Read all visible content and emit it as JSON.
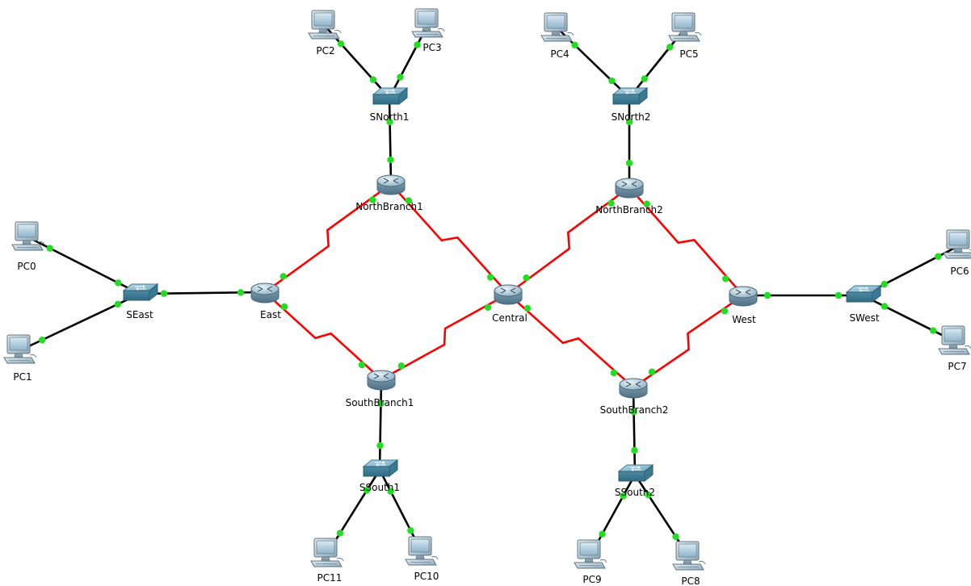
{
  "colors": {
    "ethernet": "#000000",
    "serial": "#ff0000",
    "port_up": "#22dd22"
  },
  "icons": {
    "pc": "pc-icon",
    "switch": "switch-icon",
    "router": "router-icon"
  },
  "devices": {
    "PC0": {
      "type": "pc",
      "label": "PC0"
    },
    "PC1": {
      "type": "pc",
      "label": "PC1"
    },
    "PC2": {
      "type": "pc",
      "label": "PC2"
    },
    "PC3": {
      "type": "pc",
      "label": "PC3"
    },
    "PC4": {
      "type": "pc",
      "label": "PC4"
    },
    "PC5": {
      "type": "pc",
      "label": "PC5"
    },
    "PC6": {
      "type": "pc",
      "label": "PC6"
    },
    "PC7": {
      "type": "pc",
      "label": "PC7"
    },
    "PC8": {
      "type": "pc",
      "label": "PC8"
    },
    "PC9": {
      "type": "pc",
      "label": "PC9"
    },
    "PC10": {
      "type": "pc",
      "label": "PC10"
    },
    "PC11": {
      "type": "pc",
      "label": "PC11"
    },
    "SEast": {
      "type": "switch",
      "label": "SEast"
    },
    "SWest": {
      "type": "switch",
      "label": "SWest"
    },
    "SNorth1": {
      "type": "switch",
      "label": "SNorth1"
    },
    "SNorth2": {
      "type": "switch",
      "label": "SNorth2"
    },
    "SSouth1": {
      "type": "switch",
      "label": "SSouth1"
    },
    "SSouth2": {
      "type": "switch",
      "label": "SSouth2"
    },
    "East": {
      "type": "router",
      "label": "East"
    },
    "West": {
      "type": "router",
      "label": "West"
    },
    "Central": {
      "type": "router",
      "label": "Central"
    },
    "NorthBranch1": {
      "type": "router",
      "label": "NorthBranch1"
    },
    "NorthBranch2": {
      "type": "router",
      "label": "NorthBranch2"
    },
    "SouthBranch1": {
      "type": "router",
      "label": "SouthBranch1"
    },
    "SouthBranch2": {
      "type": "router",
      "label": "SouthBranch2"
    }
  },
  "links": [
    {
      "a": "PC0",
      "b": "SEast",
      "kind": "ethernet"
    },
    {
      "a": "PC1",
      "b": "SEast",
      "kind": "ethernet"
    },
    {
      "a": "SEast",
      "b": "East",
      "kind": "ethernet"
    },
    {
      "a": "PC2",
      "b": "SNorth1",
      "kind": "ethernet"
    },
    {
      "a": "PC3",
      "b": "SNorth1",
      "kind": "ethernet"
    },
    {
      "a": "SNorth1",
      "b": "NorthBranch1",
      "kind": "ethernet"
    },
    {
      "a": "PC4",
      "b": "SNorth2",
      "kind": "ethernet"
    },
    {
      "a": "PC5",
      "b": "SNorth2",
      "kind": "ethernet"
    },
    {
      "a": "SNorth2",
      "b": "NorthBranch2",
      "kind": "ethernet"
    },
    {
      "a": "PC6",
      "b": "SWest",
      "kind": "ethernet"
    },
    {
      "a": "PC7",
      "b": "SWest",
      "kind": "ethernet"
    },
    {
      "a": "SWest",
      "b": "West",
      "kind": "ethernet"
    },
    {
      "a": "SSouth1",
      "b": "SouthBranch1",
      "kind": "ethernet"
    },
    {
      "a": "PC11",
      "b": "SSouth1",
      "kind": "ethernet"
    },
    {
      "a": "PC10",
      "b": "SSouth1",
      "kind": "ethernet"
    },
    {
      "a": "SSouth2",
      "b": "SouthBranch2",
      "kind": "ethernet"
    },
    {
      "a": "PC9",
      "b": "SSouth2",
      "kind": "ethernet"
    },
    {
      "a": "PC8",
      "b": "SSouth2",
      "kind": "ethernet"
    },
    {
      "a": "East",
      "b": "NorthBranch1",
      "kind": "serial"
    },
    {
      "a": "East",
      "b": "SouthBranch1",
      "kind": "serial"
    },
    {
      "a": "NorthBranch1",
      "b": "Central",
      "kind": "serial"
    },
    {
      "a": "SouthBranch1",
      "b": "Central",
      "kind": "serial"
    },
    {
      "a": "Central",
      "b": "NorthBranch2",
      "kind": "serial"
    },
    {
      "a": "Central",
      "b": "SouthBranch2",
      "kind": "serial"
    },
    {
      "a": "NorthBranch2",
      "b": "West",
      "kind": "serial"
    },
    {
      "a": "SouthBranch2",
      "b": "West",
      "kind": "serial"
    }
  ]
}
